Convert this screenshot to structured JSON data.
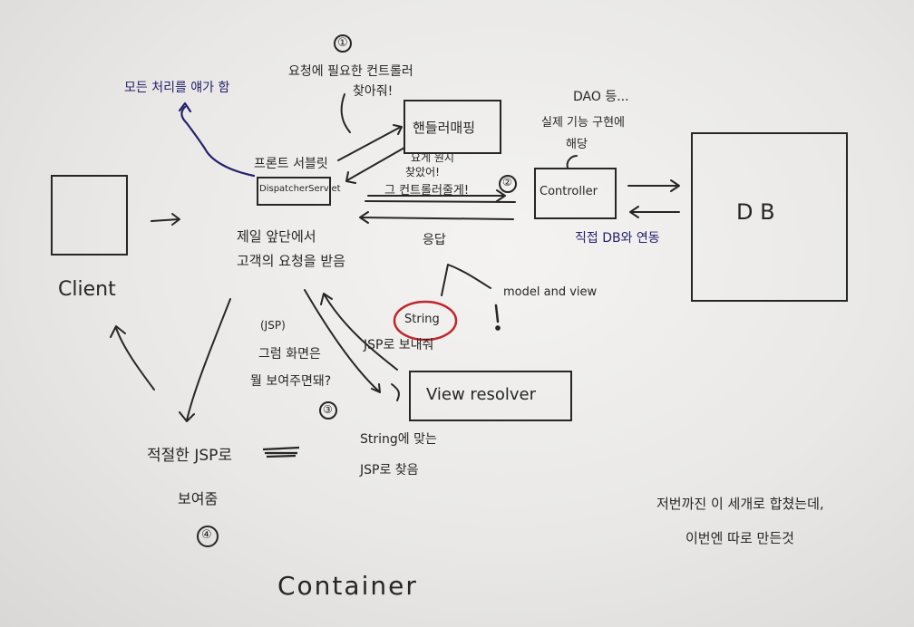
{
  "nodes": {
    "client_label": "Client",
    "dispatcher_name": "DispatcherServlet",
    "handler_mapping": "핸들러매핑",
    "controller": "Controller",
    "db": "D B",
    "view_resolver": "View resolver",
    "container_label": "Container",
    "string_badge": "String"
  },
  "notes": {
    "step1_marker": "①",
    "step1_text_line1": "요청에 필요한 컨트롤러",
    "step1_text_line2": "찾아줘!",
    "delegate_all": "모든 처리를 얘가 함",
    "front_servlet": "프론트 서블릿",
    "first_receive_line1": "제일 앞단에서",
    "first_receive_line2": "고객의 요청을 받음",
    "found_line1": "요게 원지",
    "found_line2": "찾았어!",
    "found_line3": "그 컨트롤러줄게!",
    "step2_marker": "②",
    "dao_line1": "DAO 등...",
    "dao_line2": "실제 기능 구현에",
    "dao_line3": "해당",
    "db_link": "직접 DB와 연동",
    "response": "응답",
    "model_and_view": "model and view",
    "jsp_hint": "(JSP)",
    "what_screen_line1": "그럼 화면은",
    "what_screen_line2": "뭘 보여주면돼?",
    "step3_marker": "③",
    "send_jsp": "JSP로 보내줘",
    "find_jsp_line1": "String에 맞는",
    "find_jsp_line2": "JSP로 찾음",
    "show_jsp_line1": "적절한 JSP로",
    "show_jsp_line2": "보여줌",
    "step4_marker": "④",
    "footnote_line1": "저번까진 이 세개로 합쳤는데,",
    "footnote_line2": "이번엔 따로 만든것"
  },
  "colors": {
    "ink": "#262626",
    "blue_ink": "#24206b",
    "red_ink": "#c0262d"
  }
}
